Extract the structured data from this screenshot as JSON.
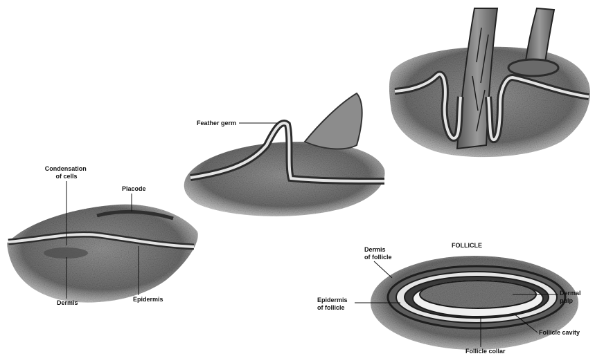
{
  "stage1": {
    "condensation_line1": "Condensation",
    "condensation_line2": "of cells",
    "placode": "Placode",
    "dermis": "Dermis",
    "epidermis": "Epidermis"
  },
  "stage2": {
    "feather_germ": "Feather germ"
  },
  "follicle": {
    "title": "FOLLICLE",
    "dermis_line1": "Dermis",
    "dermis_line2": "of follicle",
    "epidermis_line1": "Epidermis",
    "epidermis_line2": "of follicle",
    "dermal_pulp_line1": "Dermal",
    "dermal_pulp_line2": "pulp",
    "follicle_cavity": "Follicle cavity",
    "follicle_collar": "Follicle collar"
  },
  "colors": {
    "tissue": "#8a8a8a",
    "tissue_dark": "#3e3e3e",
    "epidermis_band": "#e4e4e4",
    "ink": "#111111"
  }
}
